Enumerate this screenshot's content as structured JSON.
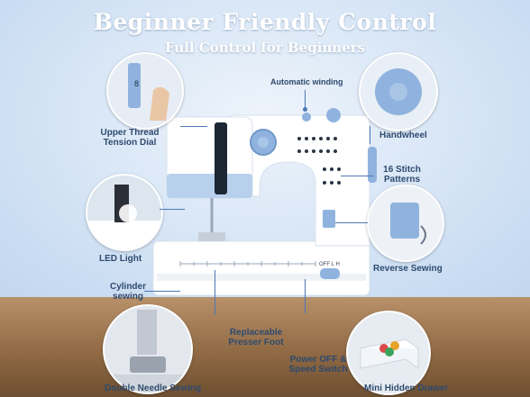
{
  "header": {
    "title": "Beginner Friendly Control",
    "subtitle": "Full Control for Beginners"
  },
  "callouts": {
    "automatic_winding": "Automatic winding",
    "upper_thread_line1": "Upper Thread",
    "upper_thread_line2": "Tension Dial",
    "handwheel": "Handwheel",
    "stitch_patterns_line1": "16 Stitch",
    "stitch_patterns_line2": "Patterns",
    "led_light": "LED Light",
    "reverse_sewing": "Reverse Sewing",
    "cylinder_line1": "Cylinder",
    "cylinder_line2": "sewing",
    "presser_line1": "Replaceable",
    "presser_line2": "Presser Foot",
    "power_line1": "Power OFF &",
    "power_line2": "Speed Switch",
    "double_needle": "Double Needle Sewing",
    "mini_drawer": "Mini Hidden Drawer"
  },
  "machine": {
    "dial_number": "8",
    "switch_text": "OFF L H"
  },
  "colors": {
    "accent": "#8fb3de",
    "label": "#2e4a6e",
    "leader": "#4a78b5"
  }
}
